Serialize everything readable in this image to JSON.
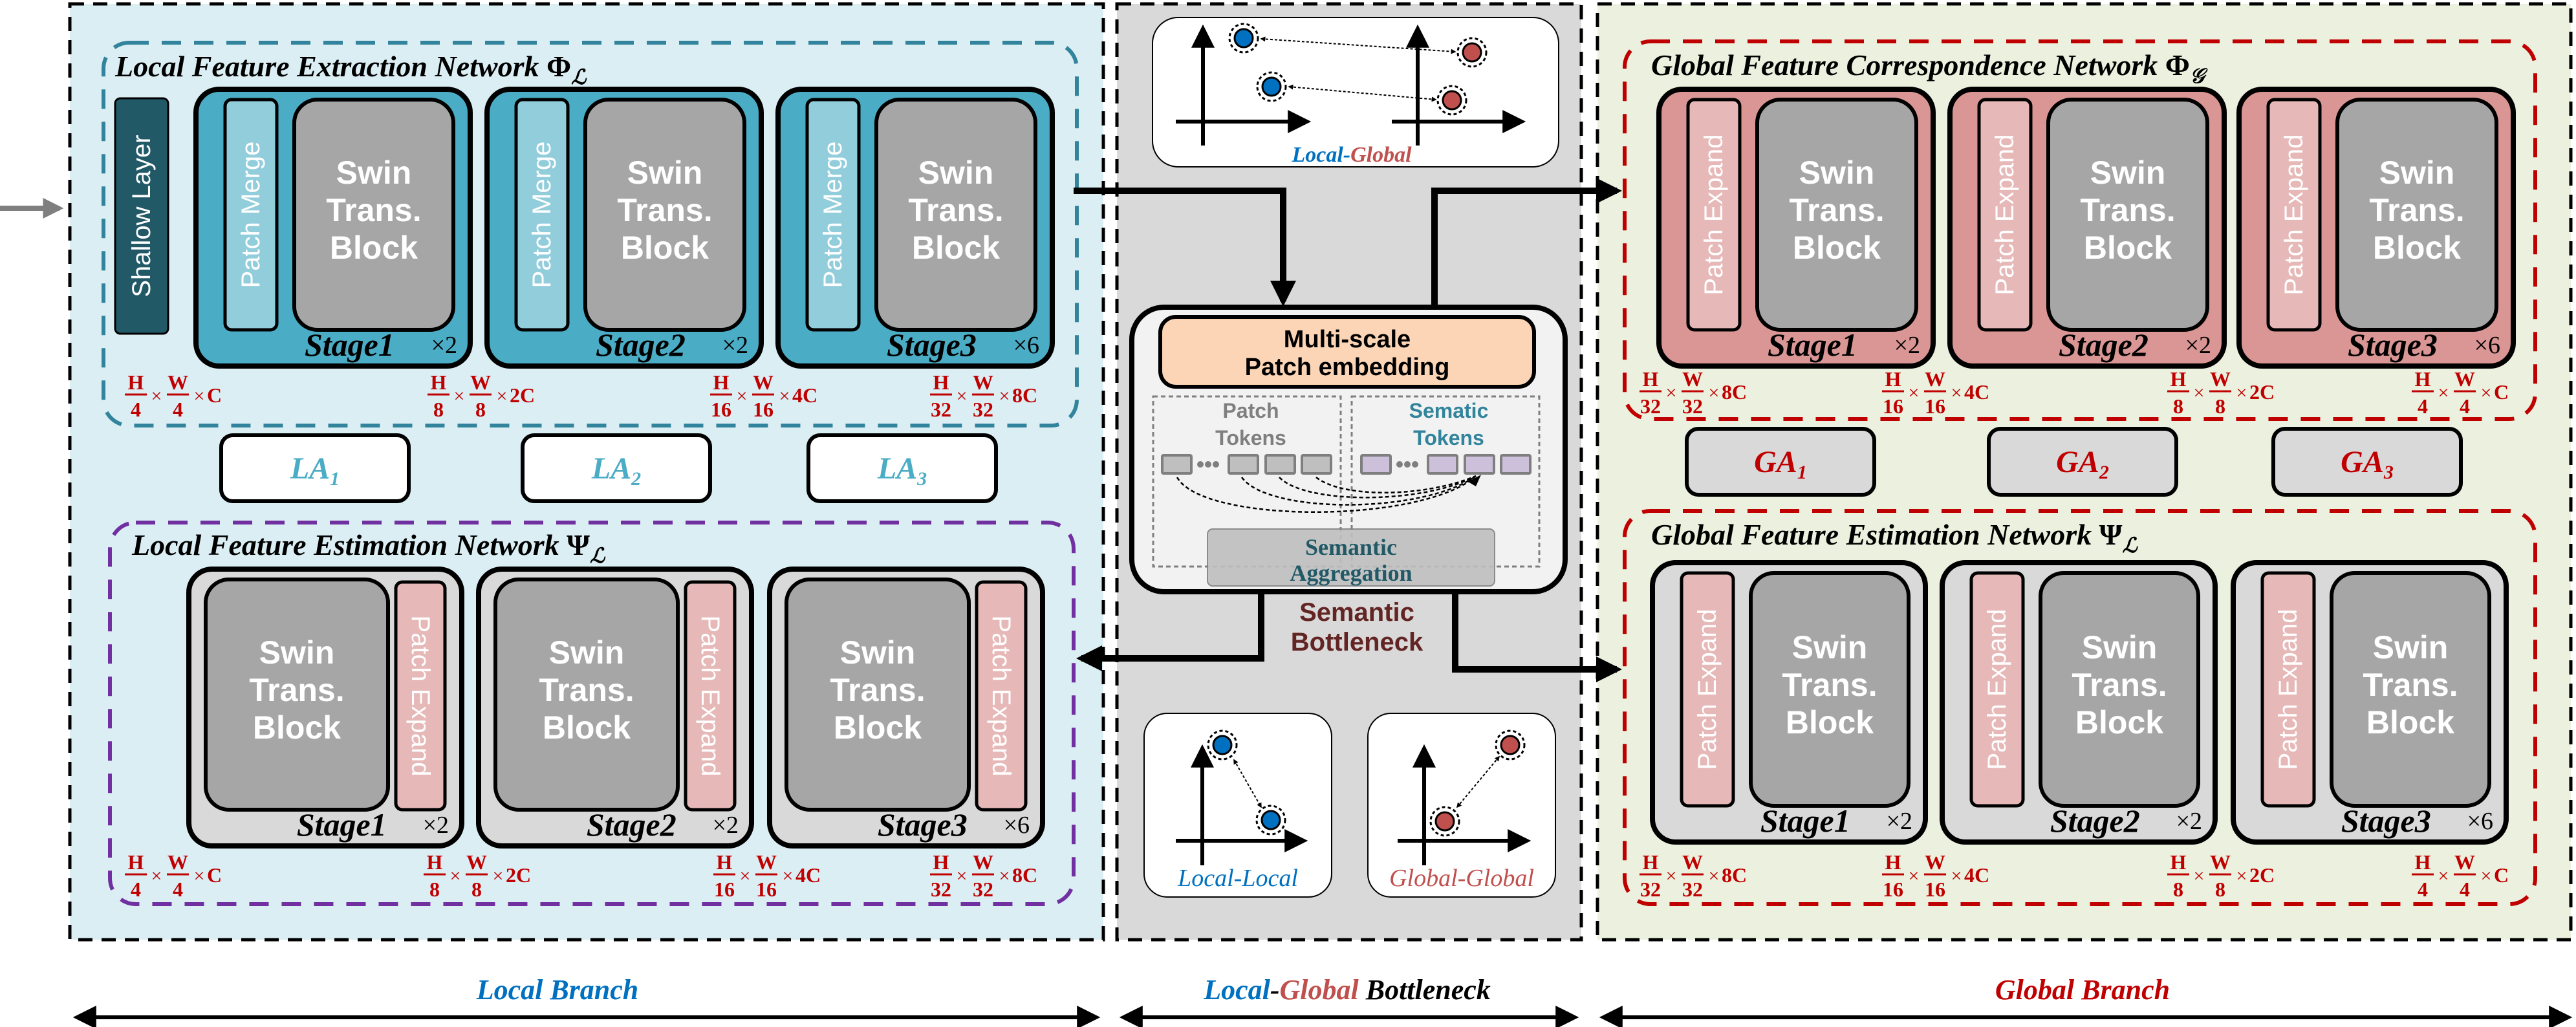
{
  "colors": {
    "local_panel_bg": "#dbeef4",
    "bottleneck_panel_bg": "#d9d9d9",
    "global_panel_bg": "#ebf1de",
    "teal_stage": "#4bacc6",
    "patch_merge": "#92cddc",
    "shallow_layer": "#215967",
    "swin_block": "#a6a6a6",
    "red_stage": "#d99694",
    "patch_expand": "#e6b9b8",
    "gray_stage": "#d9d9d9",
    "dimension_text": "#c00000",
    "local_blue": "#0070c0",
    "global_red": "#c0504d",
    "bottleneck_text": "#632523",
    "embedding_fill": "#fbd5b5",
    "semantic_token_fill": "#ccc0da"
  },
  "swin_block": {
    "line1": "Swin",
    "line2": "Trans.",
    "line3": "Block"
  },
  "local_branch": {
    "label": "Local Branch",
    "shallow_layer": "Shallow Layer",
    "extraction": {
      "title": "Local  Feature Extraction Network ",
      "symbol": "Φ",
      "subscript": "ℒ",
      "side_label": "Patch Merge",
      "stages": [
        {
          "label": "Stage1",
          "mult": "×2"
        },
        {
          "label": "Stage2",
          "mult": "×2"
        },
        {
          "label": "Stage3",
          "mult": "×6"
        }
      ],
      "dims": [
        {
          "nh": "H",
          "dh": "4",
          "nw": "W",
          "dw": "4",
          "c": "C"
        },
        {
          "nh": "H",
          "dh": "8",
          "nw": "W",
          "dw": "8",
          "c": "2C"
        },
        {
          "nh": "H",
          "dh": "16",
          "nw": "W",
          "dw": "16",
          "c": "4C"
        },
        {
          "nh": "H",
          "dh": "32",
          "nw": "W",
          "dw": "32",
          "c": "8C"
        }
      ]
    },
    "adapters": [
      {
        "base": "LA",
        "sub": "1"
      },
      {
        "base": "LA",
        "sub": "2"
      },
      {
        "base": "LA",
        "sub": "3"
      }
    ],
    "estimation": {
      "title": "Local  Feature Estimation Network ",
      "symbol": "Ψ",
      "subscript": "ℒ",
      "side_label": "Patch Expand",
      "stages": [
        {
          "label": "Stage1",
          "mult": "×2"
        },
        {
          "label": "Stage2",
          "mult": "×2"
        },
        {
          "label": "Stage3",
          "mult": "×6"
        }
      ],
      "dims": [
        {
          "nh": "H",
          "dh": "4",
          "nw": "W",
          "dw": "4",
          "c": "C"
        },
        {
          "nh": "H",
          "dh": "8",
          "nw": "W",
          "dw": "8",
          "c": "2C"
        },
        {
          "nh": "H",
          "dh": "16",
          "nw": "W",
          "dw": "16",
          "c": "4C"
        },
        {
          "nh": "H",
          "dh": "32",
          "nw": "W",
          "dw": "32",
          "c": "8C"
        }
      ]
    }
  },
  "bottleneck": {
    "label_local": "Local",
    "label_dash": "-",
    "label_global": "Global",
    "label_rest": " Bottleneck",
    "top_legend": {
      "local": "Local",
      "dash": "-",
      "global": "Global"
    },
    "embedding": {
      "line1": "Multi-scale",
      "line2": "Patch embedding"
    },
    "patch_tokens": {
      "line1": "Patch",
      "line2": "Tokens"
    },
    "semantic_tokens": {
      "line1": "Sematic",
      "line2": "Tokens"
    },
    "aggregation": {
      "line1": "Semantic",
      "line2": "Aggregation"
    },
    "semantic_bottleneck": {
      "line1": "Semantic",
      "line2": "Bottleneck"
    },
    "local_local": "Local-Local",
    "global_global": "Global-Global"
  },
  "global_branch": {
    "label": "Global Branch",
    "correspondence": {
      "title": "Global  Feature Correspondence Network ",
      "symbol": "Φ",
      "subscript": "𝒢",
      "side_label": "Patch Expand",
      "stages": [
        {
          "label": "Stage1",
          "mult": "×2"
        },
        {
          "label": "Stage2",
          "mult": "×2"
        },
        {
          "label": "Stage3",
          "mult": "×6"
        }
      ],
      "dims": [
        {
          "nh": "H",
          "dh": "32",
          "nw": "W",
          "dw": "32",
          "c": "8C"
        },
        {
          "nh": "H",
          "dh": "16",
          "nw": "W",
          "dw": "16",
          "c": "4C"
        },
        {
          "nh": "H",
          "dh": "8",
          "nw": "W",
          "dw": "8",
          "c": "2C"
        },
        {
          "nh": "H",
          "dh": "4",
          "nw": "W",
          "dw": "4",
          "c": "C"
        }
      ]
    },
    "adapters": [
      {
        "base": "GA",
        "sub": "1"
      },
      {
        "base": "GA",
        "sub": "2"
      },
      {
        "base": "GA",
        "sub": "3"
      }
    ],
    "estimation": {
      "title": "Global  Feature Estimation Network ",
      "symbol": "Ψ",
      "subscript": "ℒ",
      "side_label": "Patch Expand",
      "stages": [
        {
          "label": "Stage1",
          "mult": "×2"
        },
        {
          "label": "Stage2",
          "mult": "×2"
        },
        {
          "label": "Stage3",
          "mult": "×6"
        }
      ],
      "dims": [
        {
          "nh": "H",
          "dh": "32",
          "nw": "W",
          "dw": "32",
          "c": "8C"
        },
        {
          "nh": "H",
          "dh": "16",
          "nw": "W",
          "dw": "16",
          "c": "4C"
        },
        {
          "nh": "H",
          "dh": "8",
          "nw": "W",
          "dw": "8",
          "c": "2C"
        },
        {
          "nh": "H",
          "dh": "4",
          "nw": "W",
          "dw": "4",
          "c": "C"
        }
      ]
    }
  }
}
